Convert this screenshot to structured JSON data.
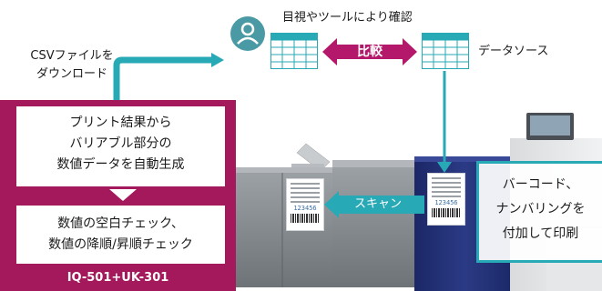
{
  "labels": {
    "csv_download": [
      "CSVファイルを",
      "ダウンロード"
    ],
    "visual_check": "目視やツールにより確認",
    "compare": "比較",
    "data_source": "データソース",
    "auto_generate": [
      "プリント結果から",
      "バリアブル部分の",
      "数値データを自動生成"
    ],
    "numeric_check": [
      "数値の空白チェック、",
      "数値の降順/昇順チェック"
    ],
    "product": "IQ-501+UK-301",
    "scan": "スキャン",
    "barcode_print": [
      "バーコード、",
      "ナンバリングを",
      "付加して印刷"
    ],
    "sample_number_left": "123456",
    "sample_number_right": "123456"
  },
  "icons": {
    "person": "user-circle-icon",
    "spreadsheet_left": "spreadsheet-icon",
    "spreadsheet_right": "spreadsheet-icon",
    "arrow_up": "upward-arrow-icon",
    "arrow_down": "downward-triangle-icon"
  },
  "colors": {
    "magenta": "#a3195b",
    "teal": "#27a9b6",
    "compare_magenta": "#b4186a",
    "navy_printer": "#1f2d6b",
    "gray_printer": "#8f9499"
  }
}
